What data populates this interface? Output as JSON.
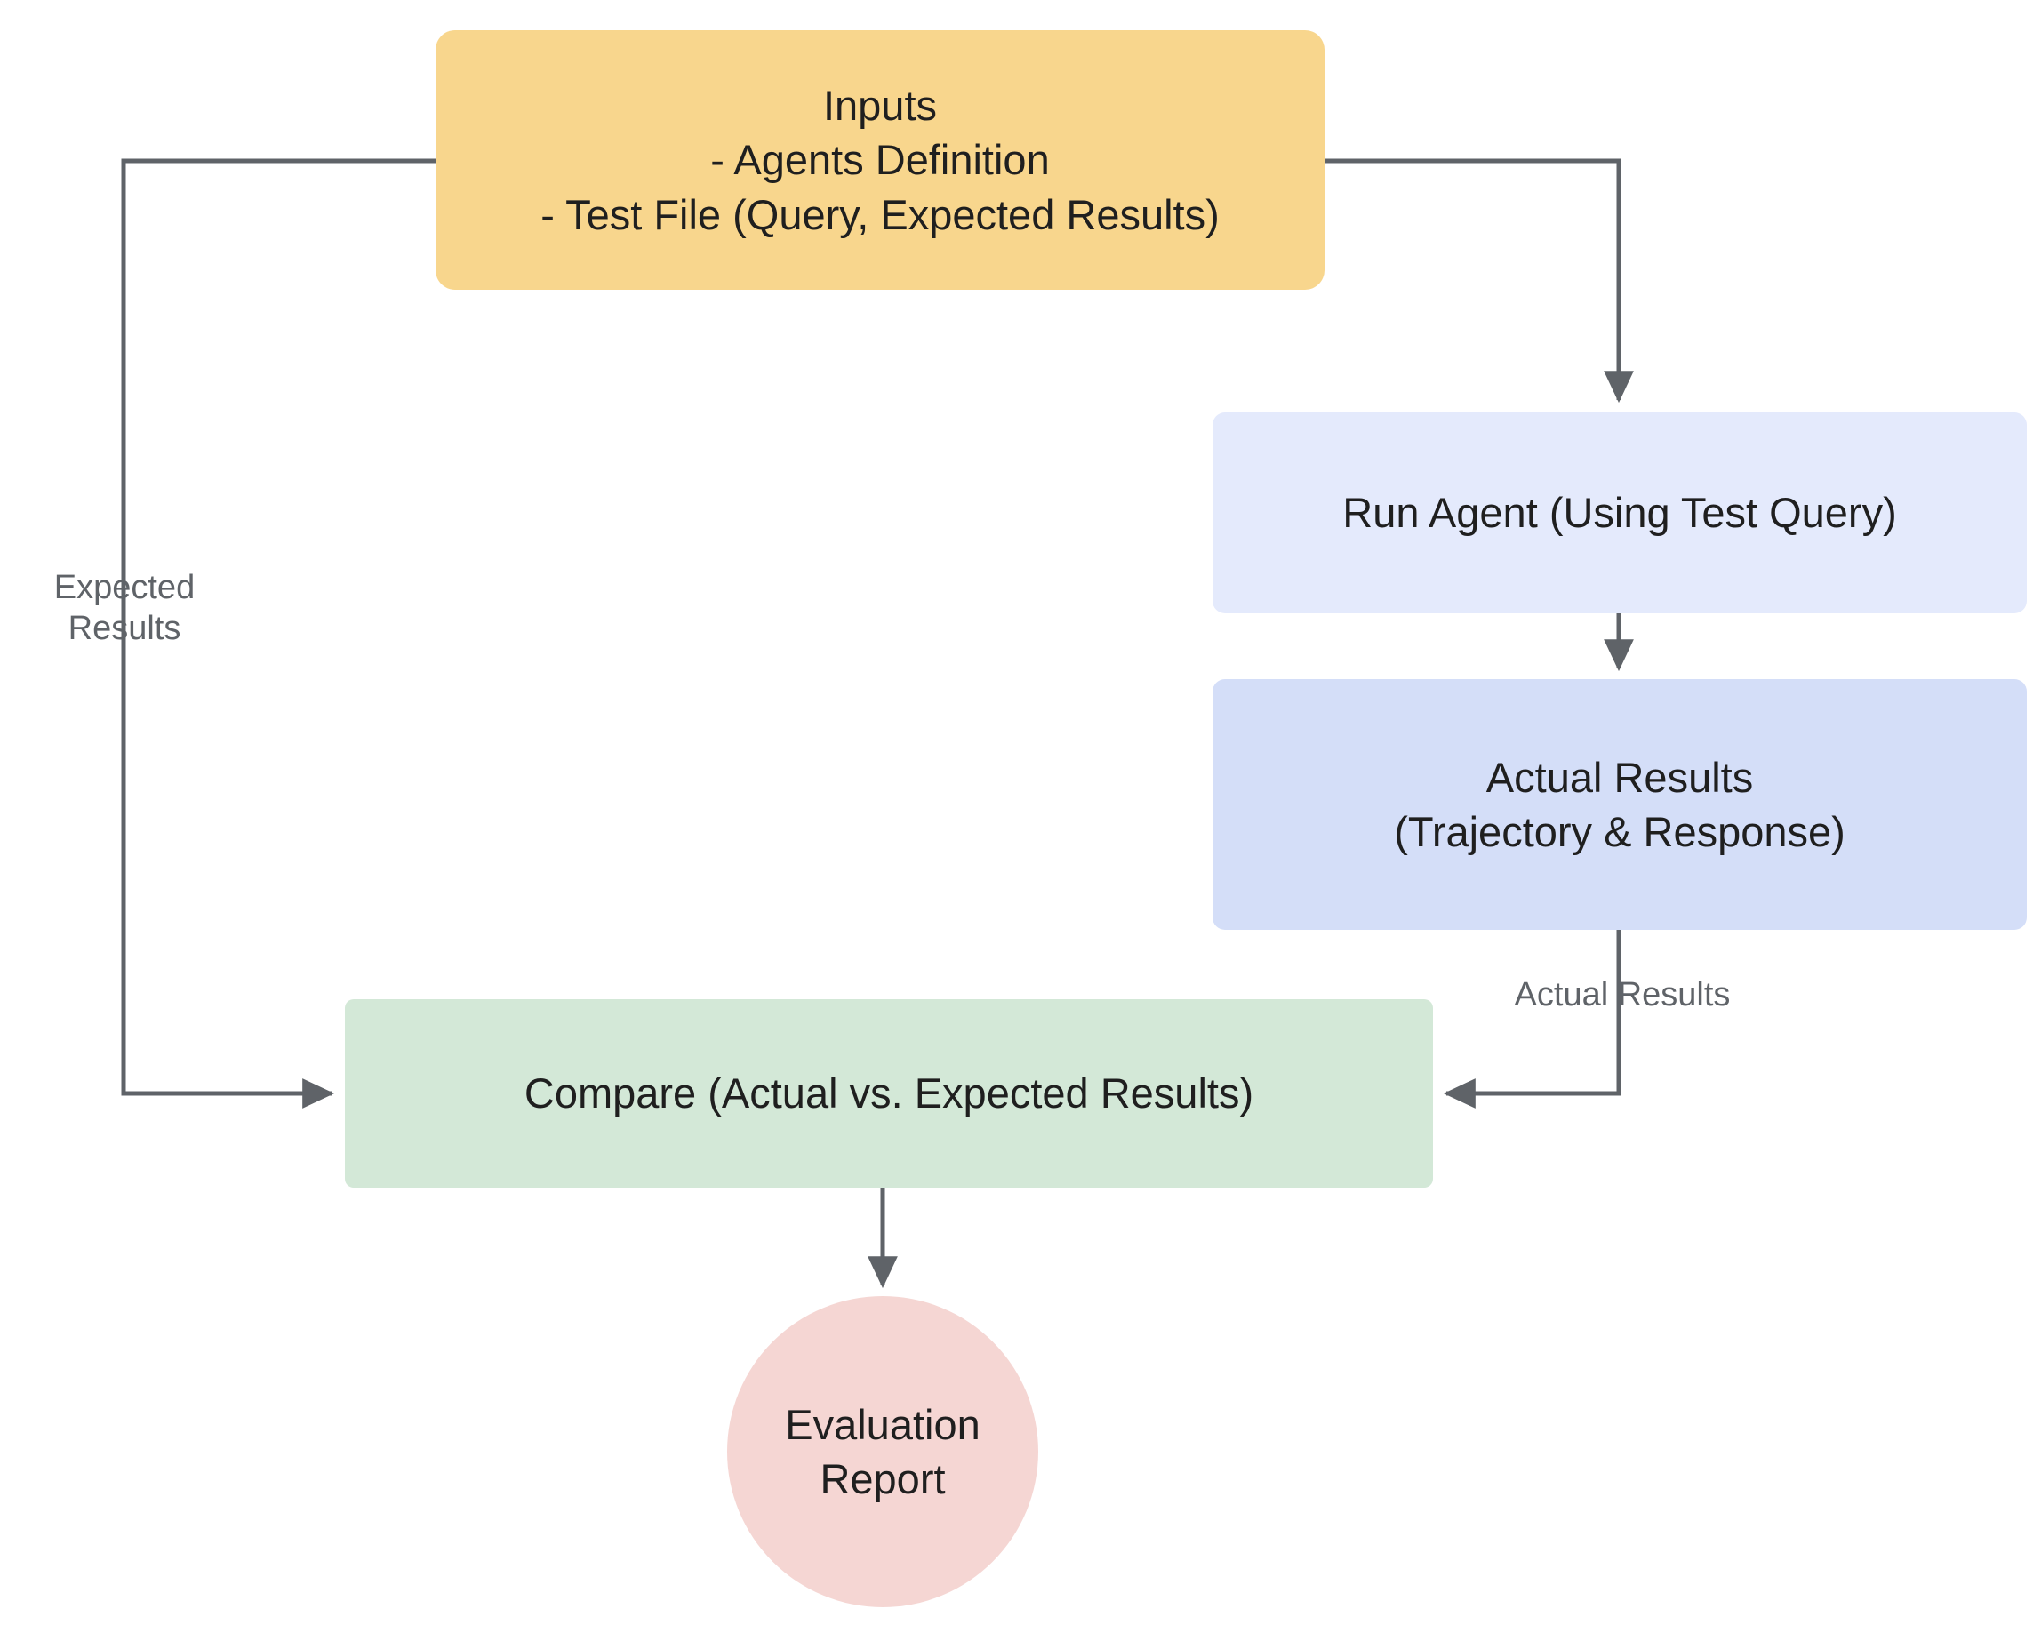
{
  "diagram": {
    "title": "Agent Evaluation Flow",
    "background_color": "#ffffff",
    "edge_color": "#5f6368",
    "nodes": [
      {
        "id": "inputs",
        "label": "Inputs\n- Agents Definition\n- Test File (Query, Expected Results)",
        "shape": "rounded-rectangle",
        "fill": "#f8d68d",
        "text_color": "#1f1f1f"
      },
      {
        "id": "run_agent",
        "label": "Run Agent (Using Test Query)",
        "shape": "rounded-rectangle",
        "fill": "#e4eafc",
        "text_color": "#1f1f1f"
      },
      {
        "id": "actual_results",
        "label": "Actual Results\n(Trajectory & Response)",
        "shape": "rounded-rectangle",
        "fill": "#d4def8",
        "text_color": "#1f1f1f"
      },
      {
        "id": "compare",
        "label": "Compare (Actual vs. Expected Results)",
        "shape": "rounded-rectangle",
        "fill": "#d3e8d7",
        "text_color": "#1f1f1f"
      },
      {
        "id": "evaluation_report",
        "label": "Evaluation\nReport",
        "shape": "circle",
        "fill": "#f5d6d3",
        "text_color": "#1f1f1f"
      }
    ],
    "edges": [
      {
        "id": "inputs_to_compare",
        "from": "inputs",
        "to": "compare",
        "label": "Expected\nResults",
        "label_color": "#5f6368",
        "arrowhead": true
      },
      {
        "id": "inputs_to_run_agent",
        "from": "inputs",
        "to": "run_agent",
        "label": "",
        "arrowhead": true
      },
      {
        "id": "run_agent_to_actual_results",
        "from": "run_agent",
        "to": "actual_results",
        "label": "",
        "arrowhead": true
      },
      {
        "id": "actual_results_to_compare",
        "from": "actual_results",
        "to": "compare",
        "label": "Actual Results",
        "label_color": "#5f6368",
        "arrowhead": true
      },
      {
        "id": "compare_to_evaluation_report",
        "from": "compare",
        "to": "evaluation_report",
        "label": "",
        "arrowhead": true
      }
    ]
  }
}
